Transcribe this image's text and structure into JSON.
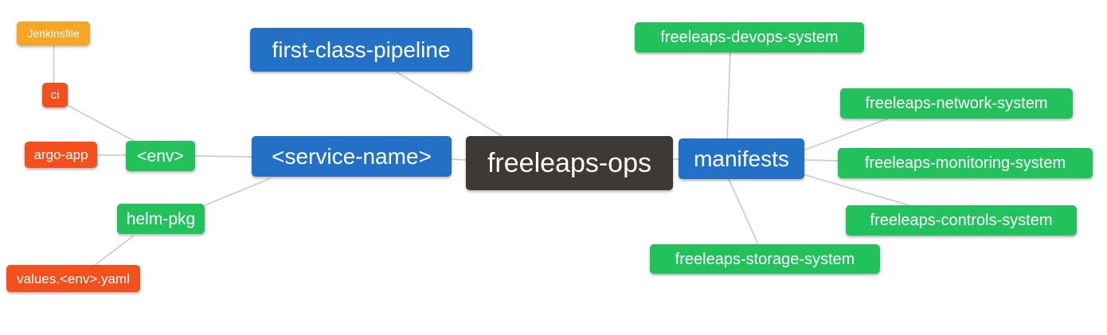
{
  "palette": {
    "blue": "#2371c7",
    "green": "#23c15c",
    "red_orange": "#f4501e",
    "amber": "#f7a623",
    "dark": "#3c3936",
    "edge_gray": "#cccccc",
    "background": "#ffffff",
    "node_text": "#ffffff"
  },
  "nodes": {
    "ops": {
      "label": "freeleaps-ops",
      "color": "dark"
    },
    "pipeline": {
      "label": "first-class-pipeline",
      "color": "blue"
    },
    "service": {
      "label": "<service-name>",
      "color": "blue"
    },
    "manifests": {
      "label": "manifests",
      "color": "blue"
    },
    "env": {
      "label": "<env>",
      "color": "green"
    },
    "helm": {
      "label": "helm-pkg",
      "color": "green"
    },
    "ci": {
      "label": "ci",
      "color": "red"
    },
    "argo": {
      "label": "argo-app",
      "color": "red"
    },
    "values": {
      "label": "values.<env>.yaml",
      "color": "red"
    },
    "jenkinsfile": {
      "label": "Jenkinsfile",
      "color": "amber"
    },
    "devops": {
      "label": "freeleaps-devops-system",
      "color": "green"
    },
    "network": {
      "label": "freeleaps-network-system",
      "color": "green"
    },
    "monitoring": {
      "label": "freeleaps-monitoring-system",
      "color": "green"
    },
    "controls": {
      "label": "freeleaps-controls-system",
      "color": "green"
    },
    "storage": {
      "label": "freeleaps-storage-system",
      "color": "green"
    }
  },
  "edges": [
    {
      "from": "Jenkinsfile",
      "to": "ci"
    },
    {
      "from": "ci",
      "to": "<env>"
    },
    {
      "from": "argo-app",
      "to": "<env>"
    },
    {
      "from": "<env>",
      "to": "<service-name>"
    },
    {
      "from": "helm-pkg",
      "to": "<service-name>"
    },
    {
      "from": "values.<env>.yaml",
      "to": "helm-pkg"
    },
    {
      "from": "<service-name>",
      "to": "freeleaps-ops"
    },
    {
      "from": "first-class-pipeline",
      "to": "freeleaps-ops"
    },
    {
      "from": "freeleaps-ops",
      "to": "manifests"
    },
    {
      "from": "manifests",
      "to": "freeleaps-devops-system"
    },
    {
      "from": "manifests",
      "to": "freeleaps-network-system"
    },
    {
      "from": "manifests",
      "to": "freeleaps-monitoring-system"
    },
    {
      "from": "manifests",
      "to": "freeleaps-controls-system"
    },
    {
      "from": "manifests",
      "to": "freeleaps-storage-system"
    }
  ]
}
